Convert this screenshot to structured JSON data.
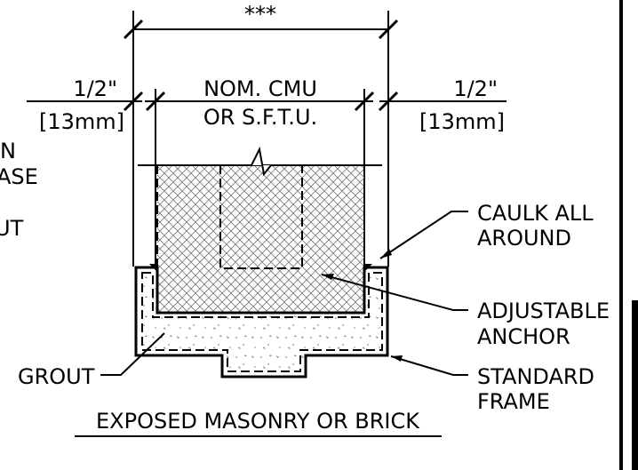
{
  "diagram": {
    "dimension_top": "***",
    "left_fraction": "1/2\"",
    "left_metric": "[13mm]",
    "center_line1": "NOM. CMU",
    "center_line2": "OR S.F.T.U.",
    "right_fraction": "1/2\"",
    "right_metric": "[13mm]",
    "left_clipped": [
      "N",
      "ASE",
      "UT"
    ],
    "caulk_line1": "CAULK ALL",
    "caulk_line2": "AROUND",
    "anchor_line1": "ADJUSTABLE",
    "anchor_line2": "ANCHOR",
    "frame_line1": "STANDARD",
    "frame_line2": "FRAME",
    "grout_label": "GROUT",
    "title": "EXPOSED MASONRY OR BRICK"
  }
}
